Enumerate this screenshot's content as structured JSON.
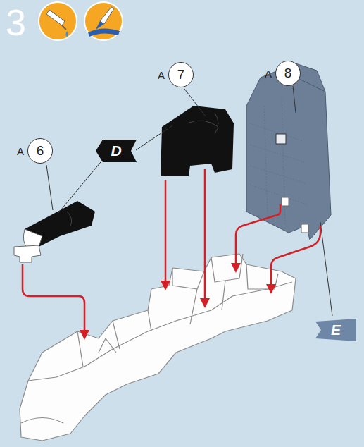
{
  "diagram": {
    "nodes": [
      {
        "text": [
          "A",
          "6"
        ]
      },
      {
        "text": [
          "A",
          "7"
        ]
      },
      {
        "text": [
          "A",
          "8"
        ]
      },
      {
        "text": [
          "D"
        ]
      },
      {
        "text": [
          "E"
        ]
      }
    ],
    "labels": [
      "3"
    ]
  }
}
